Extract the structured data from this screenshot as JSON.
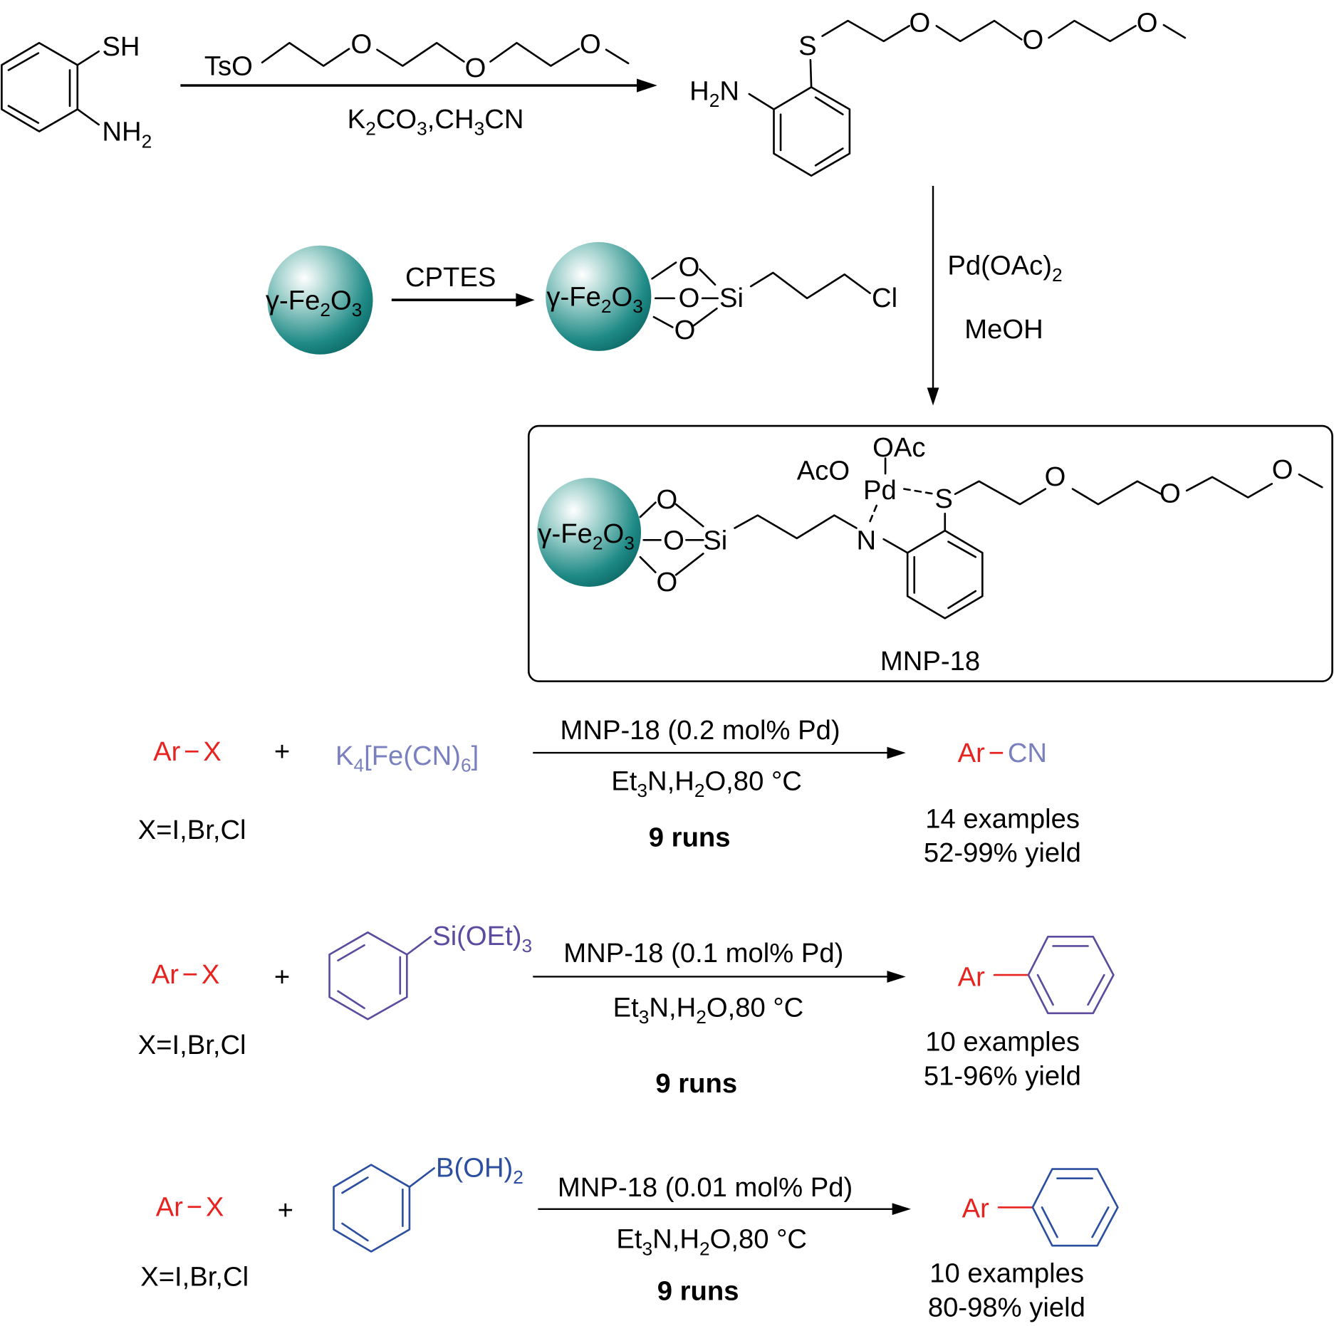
{
  "colors": {
    "aryl_halide": "#e8231f",
    "ferrocyanide": "#7a80bf",
    "silane": "#5b4a9e",
    "boronic": "#2b4ea0",
    "text": "#000000",
    "nanoparticle": "#127a78"
  },
  "step1": {
    "reactant_groups": {
      "sh": "SH",
      "nh2": "NH",
      "nh2_sub": "2"
    },
    "reagent_above": {
      "tso": "TsO",
      "o": "O"
    },
    "reagent_below": {
      "k": "K",
      "k_sub": "2",
      "co": "CO",
      "co_sub": "3",
      "sep": ",CH",
      "ch_sub": "3",
      "cn": "CN"
    },
    "product_groups": {
      "h": "H",
      "h_sub": "2",
      "n": "N",
      "s": "S",
      "o": "O"
    }
  },
  "step2": {
    "particle_label": {
      "gamma": "γ-Fe",
      "sub2": "2",
      "o": "O",
      "sub3": "3"
    },
    "reagent": "CPTES",
    "silane_atoms": {
      "o": "O",
      "si": "Si",
      "cl": "Cl"
    }
  },
  "step3": {
    "reagent1": {
      "main": "Pd(OAc)",
      "sub": "2"
    },
    "reagent2": "MeOH"
  },
  "catalyst": {
    "name": "MNP-18",
    "atoms": {
      "oac": "OAc",
      "aco": "AcO",
      "pd": "Pd",
      "s": "S",
      "n": "N",
      "o": "O",
      "si": "Si"
    }
  },
  "reactions": [
    {
      "substrate": {
        "ar": "Ar",
        "bond": "−",
        "x": "X"
      },
      "plus": "+",
      "x_def": "X=I,Br,Cl",
      "partner": {
        "k": "K",
        "k_sub": "4",
        "mid": "[Fe(CN)",
        "mid_sub": "6",
        "end": "]"
      },
      "conditions_top": {
        "text": "MNP-18 (0.2 mol% Pd)"
      },
      "conditions_bottom": {
        "et": "Et",
        "et_sub": "3",
        "n": "N,H",
        "h_sub": "2",
        "rest": "O,80 °C"
      },
      "runs": "9  runs",
      "product": {
        "ar": "Ar",
        "bond": "−",
        "cn": "CN"
      },
      "examples": "14 examples",
      "yield": "52-99% yield"
    },
    {
      "substrate": {
        "ar": "Ar",
        "bond": "−",
        "x": "X"
      },
      "plus": "+",
      "x_def": "X=I,Br,Cl",
      "partner": {
        "main": "Si(OEt)",
        "sub": "3"
      },
      "conditions_top": {
        "text": "MNP-18 (0.1 mol% Pd)"
      },
      "conditions_bottom": {
        "et": "Et",
        "et_sub": "3",
        "n": "N,H",
        "h_sub": "2",
        "rest": "O,80 °C"
      },
      "runs": "9  runs",
      "product": {
        "ar": "Ar"
      },
      "examples": "10 examples",
      "yield": "51-96% yield"
    },
    {
      "substrate": {
        "ar": "Ar",
        "bond": "−",
        "x": "X"
      },
      "plus": "+",
      "x_def": "X=I,Br,Cl",
      "partner": {
        "main": "B(OH)",
        "sub": "2"
      },
      "conditions_top": {
        "text": "MNP-18 (0.01 mol% Pd)"
      },
      "conditions_bottom": {
        "et": "Et",
        "et_sub": "3",
        "n": "N,H",
        "h_sub": "2",
        "rest": "O,80 °C"
      },
      "runs": "9  runs",
      "product": {
        "ar": "Ar"
      },
      "examples": "10 examples",
      "yield": "80-98% yield"
    }
  ]
}
